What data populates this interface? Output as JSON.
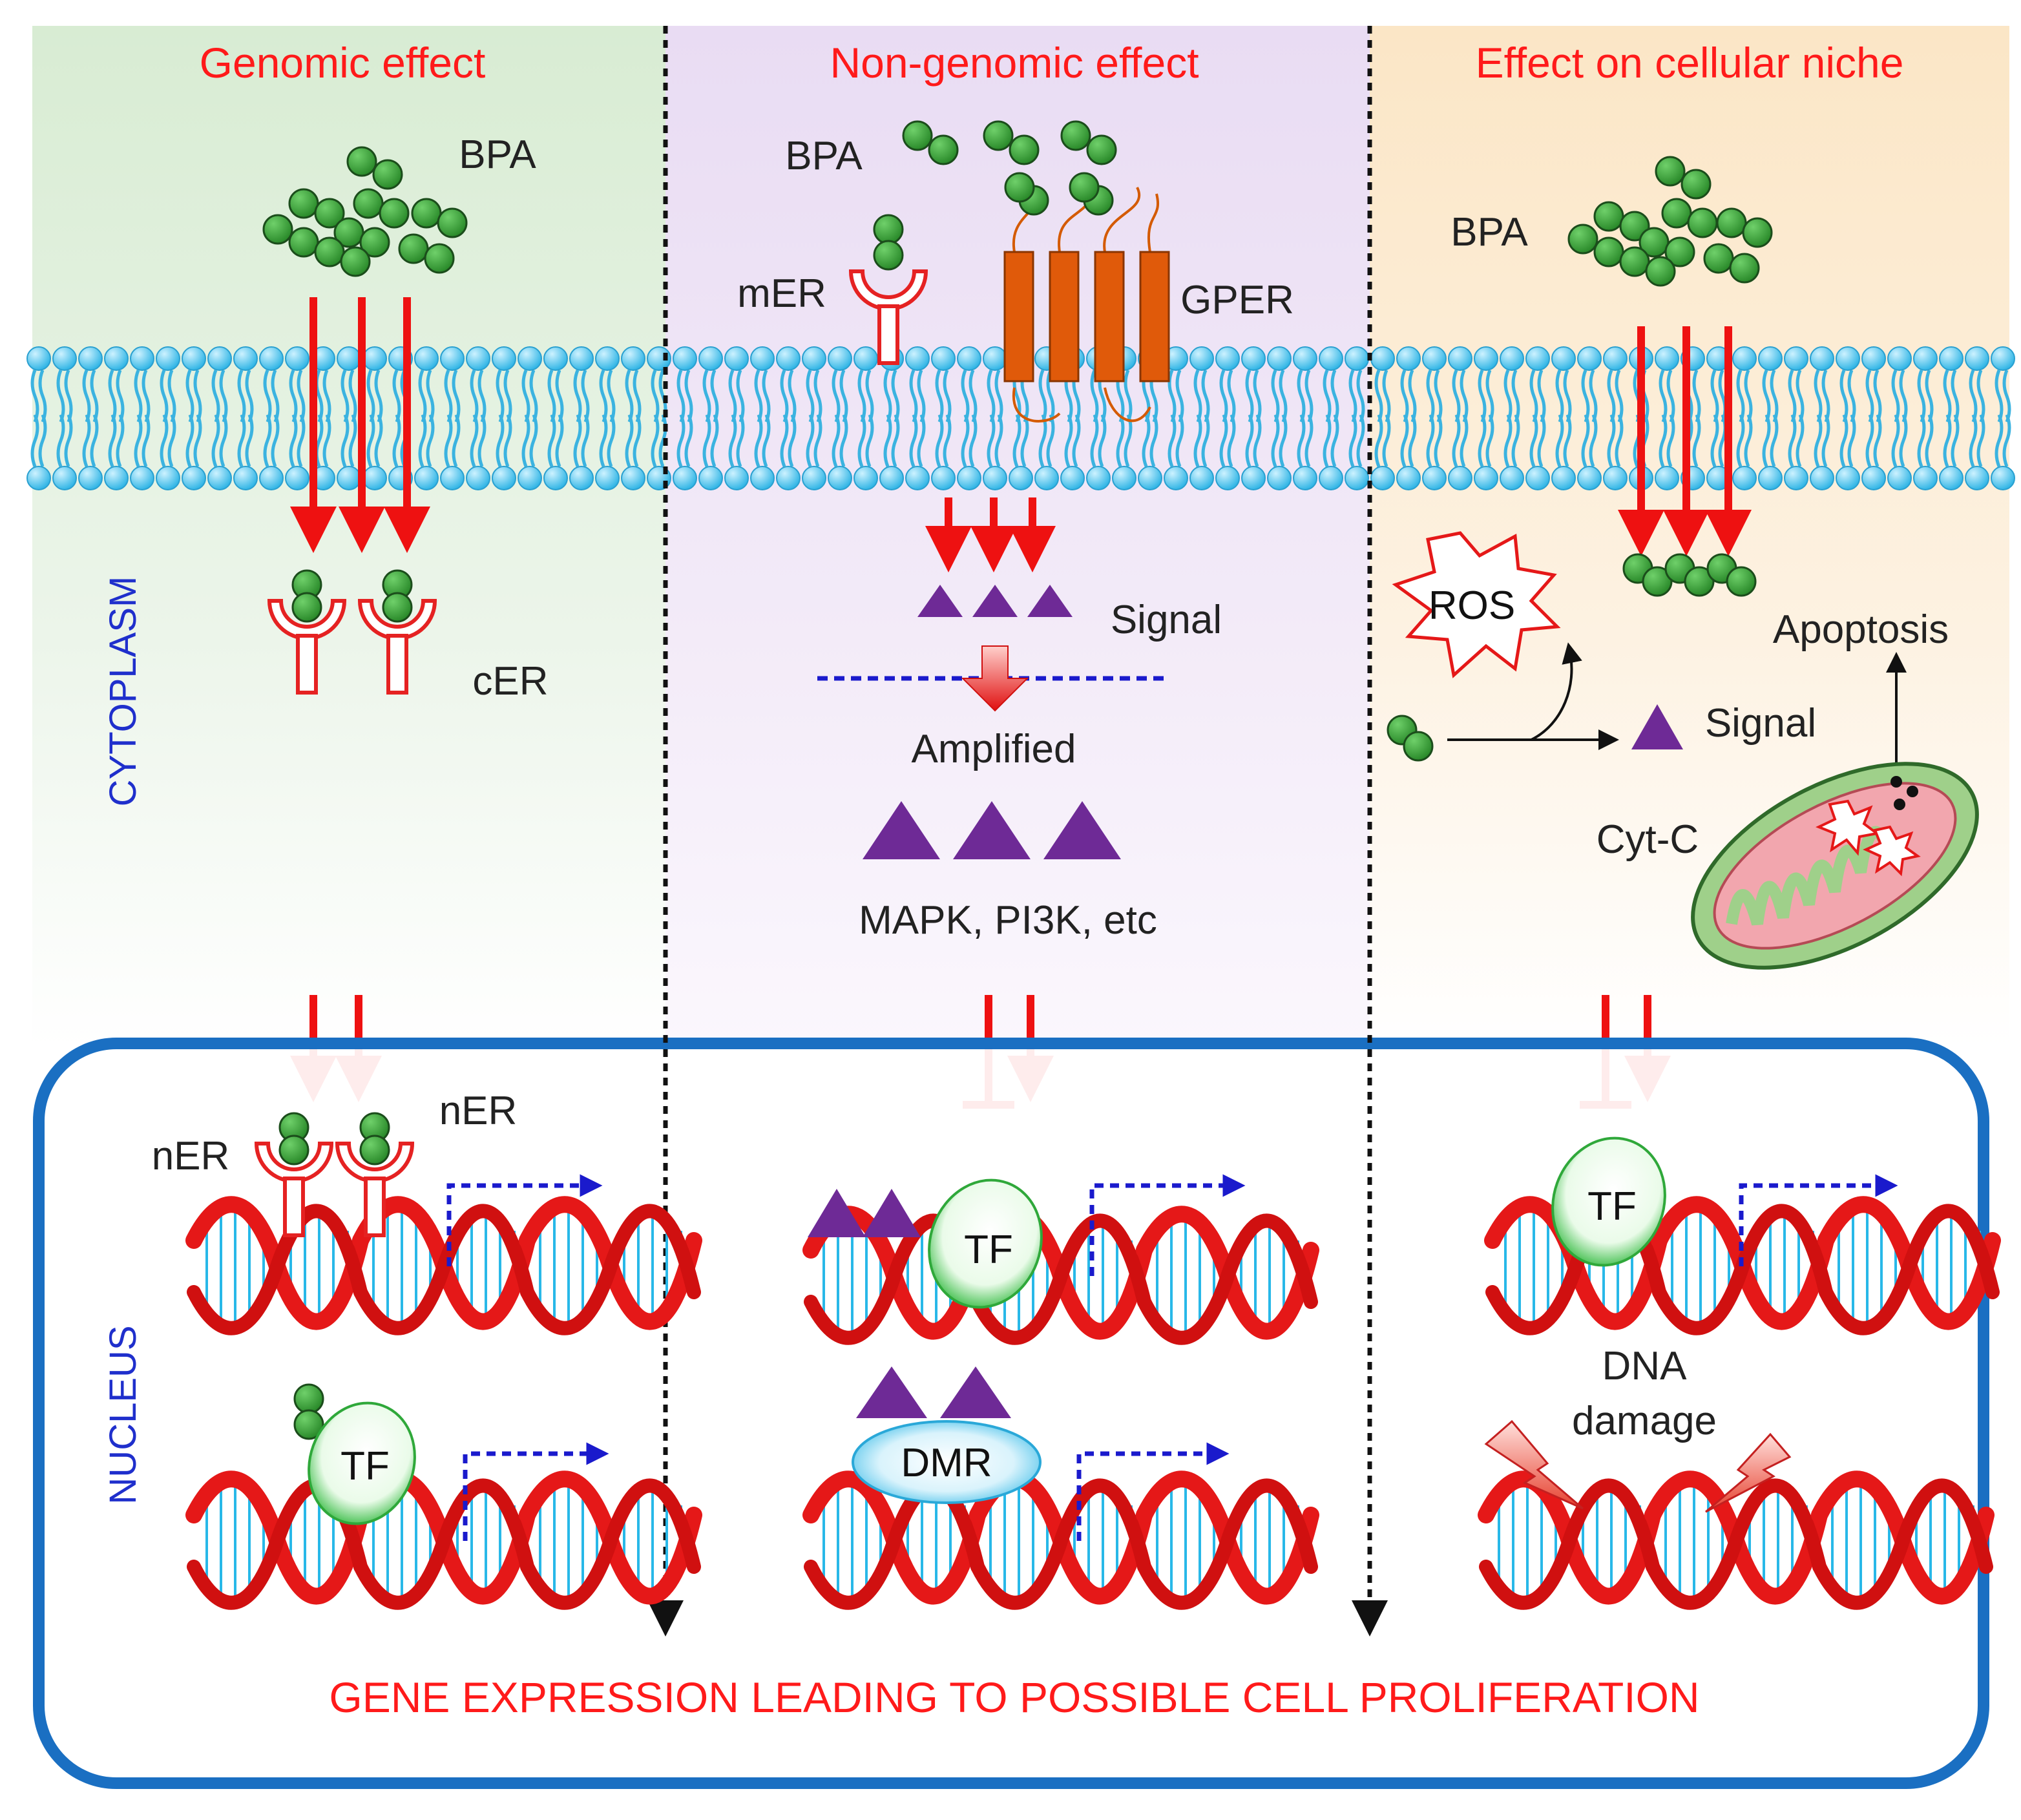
{
  "columns": [
    {
      "title": "Genomic effect"
    },
    {
      "title": "Non-genomic effect"
    },
    {
      "title": "Effect on cellular niche"
    }
  ],
  "labels": {
    "bpa": "BPA",
    "mer": "mER",
    "gper": "GPER",
    "cer": "cER",
    "ner": "nER",
    "signal": "Signal",
    "amplified": "Amplified",
    "mapk": "MAPK, PI3K, etc",
    "ros": "ROS",
    "apoptosis": "Apoptosis",
    "cytc": "Cyt-C",
    "tf": "TF",
    "dmr": "DMR",
    "dna_damage_line1": "DNA",
    "dna_damage_line2": "damage",
    "cytoplasm": "CYTOPLASM",
    "nucleus": "NUCLEUS",
    "footer": "GENE EXPRESSION LEADING TO POSSIBLE CELL PROLIFERATION"
  },
  "colors": {
    "title_red": "#ff1a1a",
    "arrow_red": "#ee1111",
    "bpa_green": "#3aa63a",
    "membrane_blue": "#4cc4ee",
    "signal_purple": "#6e2a96",
    "nucleus_border": "#1a6fc2",
    "label_blue": "#1f2fcc",
    "gper_orange": "#d45a00"
  }
}
